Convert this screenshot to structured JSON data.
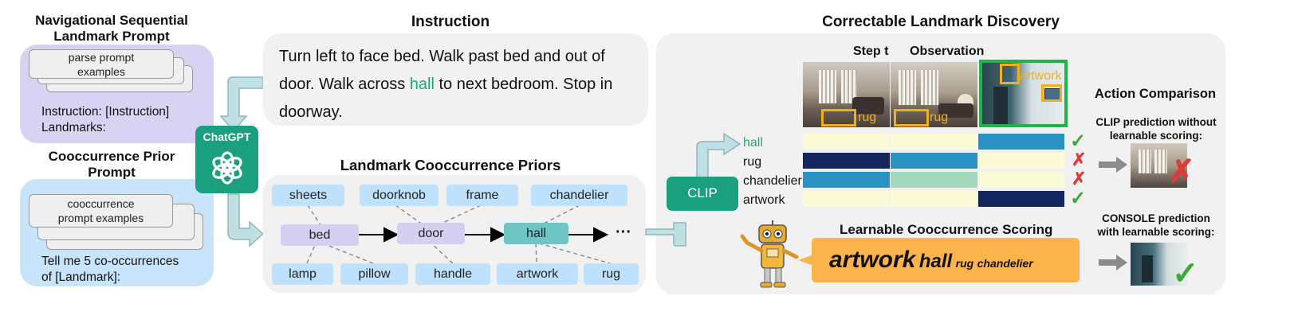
{
  "left": {
    "nav_title_1": "Navigational Sequential",
    "nav_title_2": "Landmark Prompt",
    "nav_card_1": "parse prompt",
    "nav_card_2": "examples",
    "nav_text_1": "Instruction: [Instruction]",
    "nav_text_2": "Landmarks:",
    "co_title_1": "Cooccurrence Prior",
    "co_title_2": "Prompt",
    "co_card_1": "cooccurrence",
    "co_card_2": "prompt examples",
    "co_text_1": "Tell me 5 co-occurrences",
    "co_text_2": "of [Landmark]:",
    "chatgpt": "ChatGPT"
  },
  "instruction": {
    "title": "Instruction",
    "line1": "Turn left to face bed. Walk past bed and out of",
    "line2_a": "door. Walk across ",
    "line2_hl": "hall",
    "line2_b": " to next bedroom. Stop in",
    "line3": "doorway."
  },
  "priors": {
    "title": "Landmark Cooccurrence Priors",
    "top": [
      "sheets",
      "doorknob",
      "frame",
      "chandelier"
    ],
    "chain": [
      "bed",
      "door",
      "hall"
    ],
    "ellipsis": "···",
    "bottom": [
      "lamp",
      "pillow",
      "handle",
      "artwork",
      "rug"
    ]
  },
  "clip": "CLIP",
  "discovery": {
    "title": "Correctable Landmark Discovery",
    "step_label": "Step t",
    "obs_label": "Observation",
    "box_labels": [
      "rug",
      "rug",
      "artwork"
    ],
    "landmarks": [
      "hall",
      "rug",
      "chandelier",
      "artwork"
    ],
    "marks": [
      "✓",
      "✗",
      "✗",
      "✓"
    ],
    "scoring_title": "Learnable Cooccurrence Scoring",
    "score_words": [
      "artwork",
      "hall",
      "rug",
      "chandelier"
    ]
  },
  "action": {
    "title": "Action Comparison",
    "clip_1": "CLIP prediction without",
    "clip_2": "learnable scoring:",
    "console_1": "CONSOLE prediction",
    "console_2": "with learnable scoring:"
  },
  "colors": {
    "accent_green": "#1aa07f",
    "highlight_text": "#1fa67a",
    "purple_panel": "#d9d3f3",
    "blue_panel": "#c7e4fb",
    "gray_panel": "#f1f1f1",
    "score_orange": "#fbb44c",
    "box_yellow": "#f0b01c",
    "check_green": "#3aa935",
    "cross_red": "#e03a3a"
  }
}
